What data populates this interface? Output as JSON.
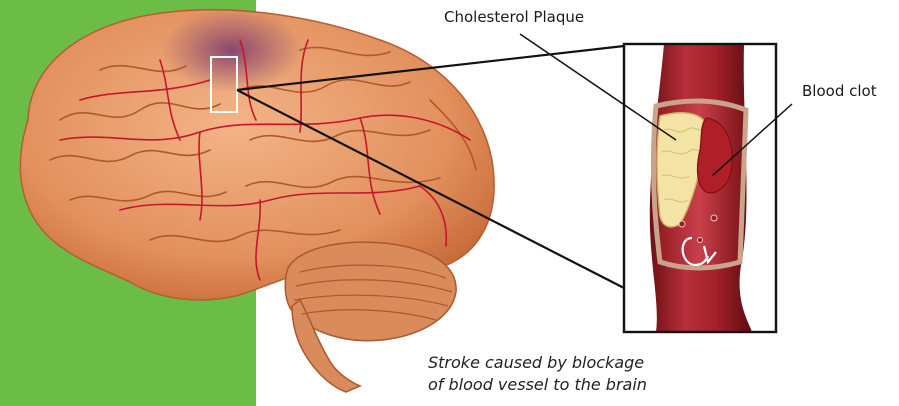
{
  "labels": {
    "plaque": "Cholesterol Plaque",
    "clot": "Blood clot"
  },
  "caption": {
    "line1": "Stroke caused by blockage",
    "line2": "of blood vessel to the brain"
  },
  "colors": {
    "green_panel": "#6cbd45",
    "brain_fill": "#e89a6a",
    "vessel_red": "#a3202a",
    "plaque_yellow": "#f3e4a6",
    "clot_red": "#b01e28"
  }
}
